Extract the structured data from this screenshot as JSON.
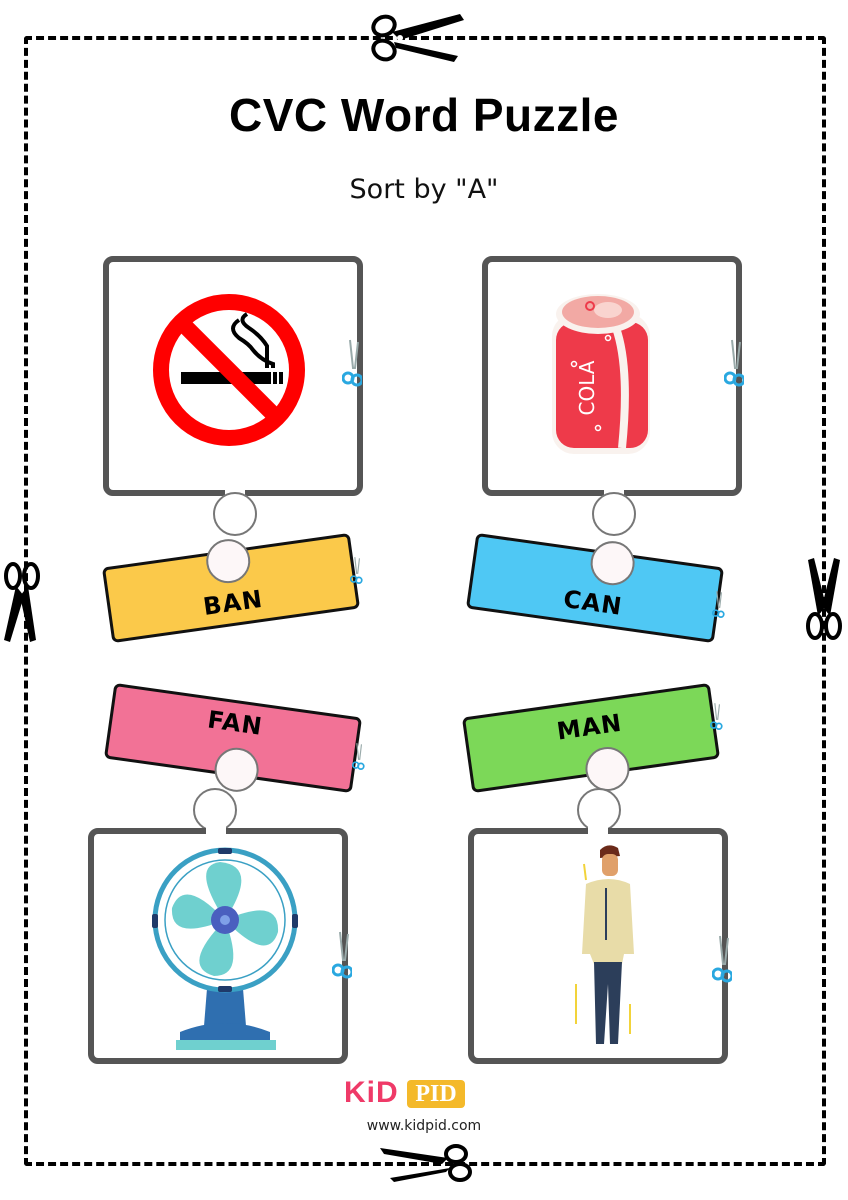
{
  "header": {
    "title": "CVC Word Puzzle",
    "subtitle": "Sort by \"A\""
  },
  "puzzles": [
    {
      "word": "BAN",
      "picture": "no-smoking-sign",
      "label_color": "#fbc94a",
      "position": "top-left"
    },
    {
      "word": "CAN",
      "picture": "cola-can",
      "label_color": "#4fc8f4",
      "position": "top-right",
      "picture_text": "COLA"
    },
    {
      "word": "FAN",
      "picture": "table-fan",
      "label_color": "#f27296",
      "position": "bottom-left"
    },
    {
      "word": "MAN",
      "picture": "standing-man",
      "label_color": "#7cd858",
      "position": "bottom-right"
    }
  ],
  "footer": {
    "logo_kid": "KiD",
    "logo_pid": "PID",
    "url": "www.kidpid.com"
  },
  "colors": {
    "frame": "#555555",
    "cut_line": "#000000",
    "scissors_accent": "#2aa8e0",
    "logo_pink": "#ef3a68",
    "logo_yellow": "#f4b92a"
  }
}
